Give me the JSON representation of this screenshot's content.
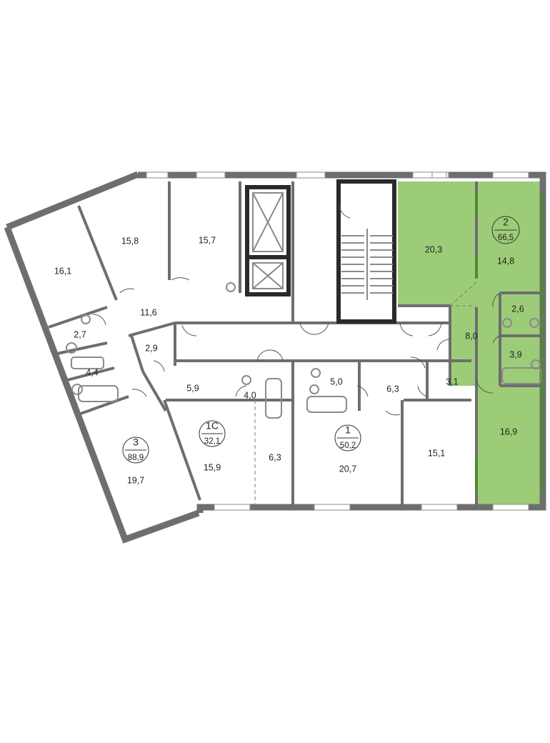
{
  "plan": {
    "highlight_color": "#9dcc78",
    "highlight_wall_color": "#4f8a2e",
    "apartments": [
      {
        "number": "3",
        "area": "88,9"
      },
      {
        "number": "1С",
        "area": "32,1"
      },
      {
        "number": "1",
        "area": "50,2"
      },
      {
        "number": "2",
        "area": "66,5",
        "highlighted": true
      }
    ],
    "rooms": [
      "16,1",
      "15,8",
      "15,7",
      "11,6",
      "2,7",
      "2,9",
      "4,4",
      "19,7",
      "5,9",
      "4,0",
      "15,9",
      "6,3",
      "5,0",
      "6,3",
      "3,1",
      "20,7",
      "15,1",
      "20,3",
      "14,8",
      "2,6",
      "8,0",
      "3,9",
      "16,9"
    ]
  }
}
